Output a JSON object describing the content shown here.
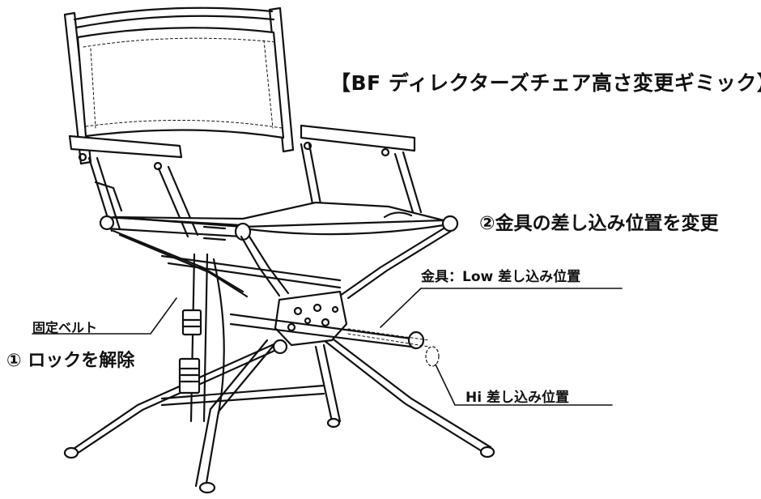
{
  "title": "【BF ディレクターズチェア高さ変更ギミック】",
  "step2_label": "②金具の差し込み位置を変更",
  "low_label": "金具：Low 差し込み位置",
  "belt_label": "固定ベルト",
  "step1_label": "① ロックを解除",
  "hi_label": "Hi 差し込み位置"
}
